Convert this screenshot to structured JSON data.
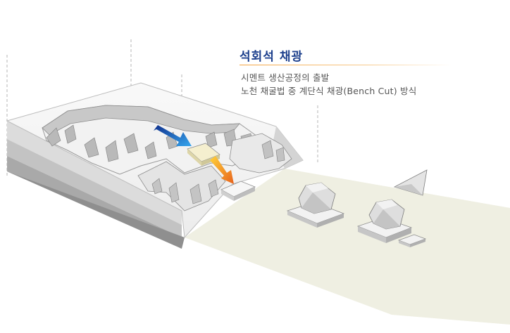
{
  "title": "석회석 채광",
  "description": {
    "line1": "시멘트 생산공정의 출발",
    "line2": "노천 채굴법 중 계단식 채광(Bench Cut) 방식"
  },
  "colors": {
    "title": "#1c3f8c",
    "accent_rule": "#f3a13b",
    "arrow_blue": "#1f4fb5",
    "arrow_orange": "#f08a1c",
    "ground": "#efefe2"
  }
}
